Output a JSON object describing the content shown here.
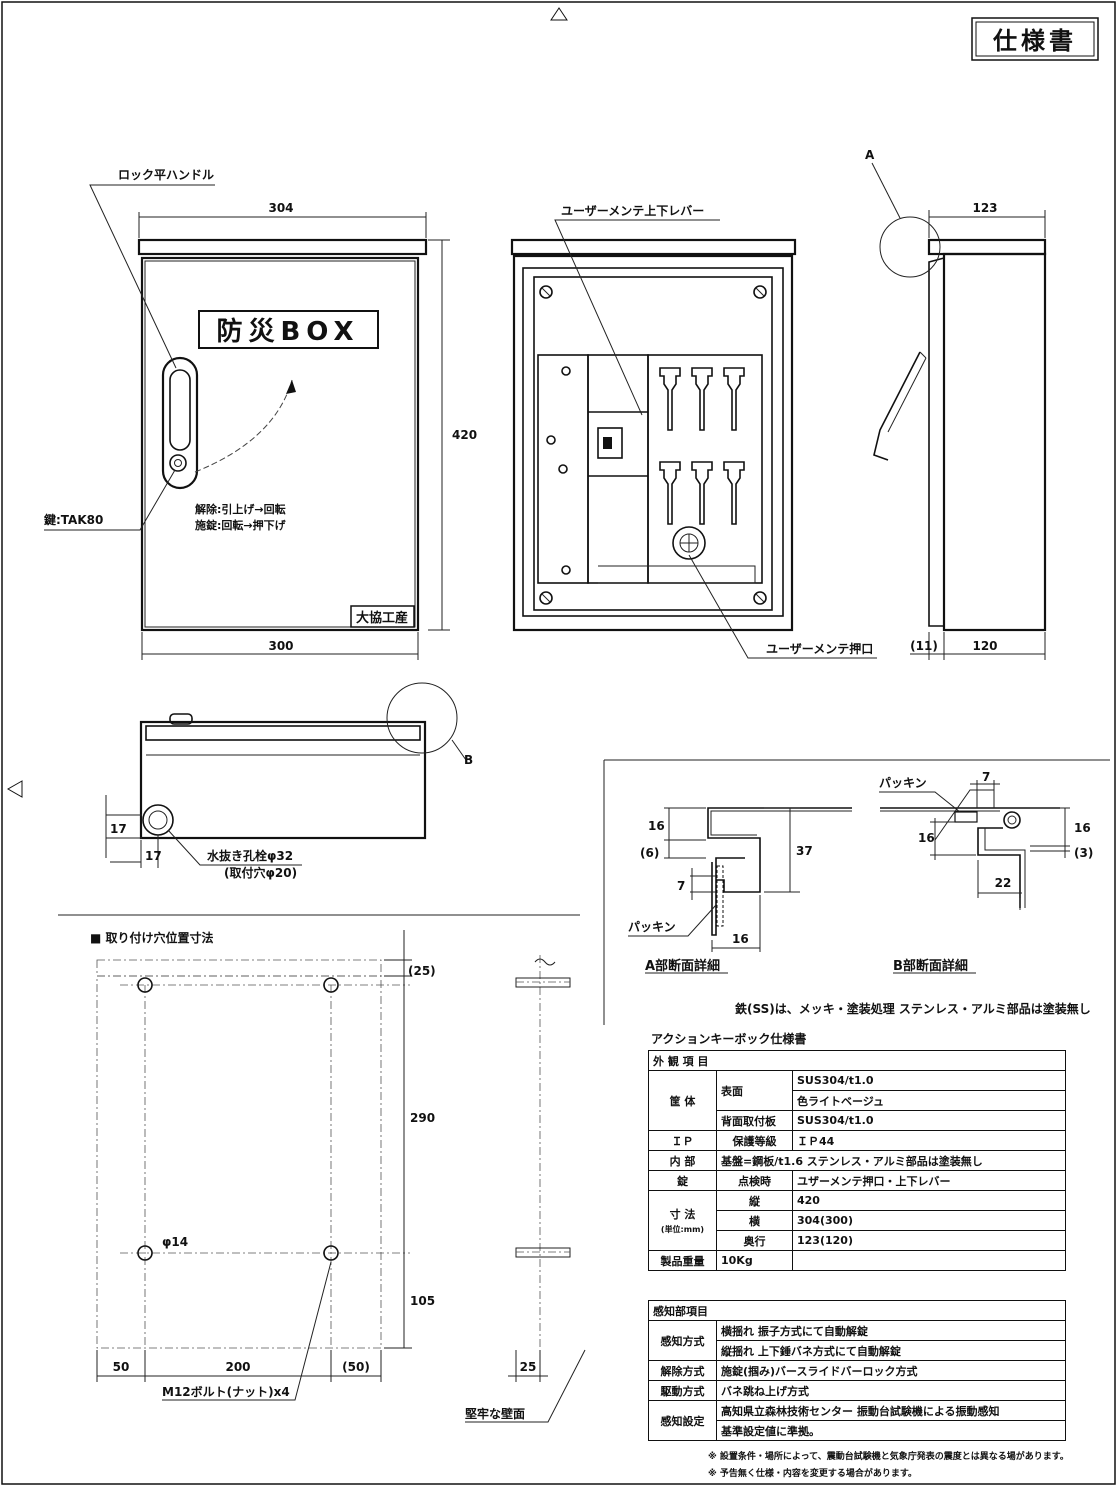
{
  "header": {
    "doc_type": "仕様書"
  },
  "front_view": {
    "product_label": "防災BOX",
    "maker_label": "大協工産",
    "handle_label": "ロック平ハンドル",
    "key_label": "鍵:TAK80",
    "op_unlock": "解除:引上げ→回転",
    "op_lock": "施錠:回転→押下げ",
    "dim_top": "304",
    "dim_bottom": "300",
    "dim_height": "420"
  },
  "inner_view": {
    "lever_label": "ユーザーメンテ上下レバー",
    "push_label": "ユーザーメンテ押口"
  },
  "side_view": {
    "detail_a": "A",
    "dim_top": "123",
    "dim_gap": "(11)",
    "dim_depth": "120"
  },
  "bottom_view": {
    "detail_b": "B",
    "dim_v": "17",
    "dim_h": "17",
    "drain_label": "水抜き孔栓φ32",
    "drain_sub": "(取付穴φ20)"
  },
  "detail_a": {
    "title": "A部断面詳細",
    "d16a": "16",
    "d6": "(6)",
    "d37": "37",
    "d7": "7",
    "d16b": "16",
    "packing": "パッキン"
  },
  "detail_b": {
    "title": "B部断面詳細",
    "packing": "パッキン",
    "d7": "7",
    "d16l": "16",
    "d16r": "16",
    "d3": "(3)",
    "d22": "22"
  },
  "note_material": "鉄(SS)は、メッキ・塗装処理  ステンレス・アルミ部品は塗装無し",
  "mount": {
    "title": "■ 取り付け穴位置寸法",
    "d25": "(25)",
    "d290": "290",
    "d105": "105",
    "phi": "φ14",
    "d50l": "50",
    "d200": "200",
    "d50r": "(50)",
    "bolt": "M12ボルト(ナット)x4",
    "d25w": "25",
    "wall": "堅牢な壁面"
  },
  "spec_table": {
    "title": "アクションキーボック仕様書",
    "header": "外 観 項 目",
    "rows": {
      "r1a": "筐 体",
      "r1b": "表面",
      "r1c1": "SUS304/t1.0",
      "r1c2": "色ライトベージュ",
      "r1d": "背面取付板",
      "r1e": "SUS304/t1.0",
      "ip_a": "ＩＰ",
      "ip_b": "保護等級",
      "ip_c": "ＩＰ44",
      "in_a": "内 部",
      "in_b": "基盤=鋼板/t1.6  ステンレス・アルミ部品は塗装無し",
      "lk_a": "錠",
      "lk_b": "点検時",
      "lk_c": "ユザーメンテ押口・上下レバー",
      "sz_a": "寸 法",
      "sz_unit": "(単位:mm)",
      "sz_h": "縦",
      "sz_hv": "420",
      "sz_w": "横",
      "sz_wv": "304(300)",
      "sz_d": "奥行",
      "sz_dv": "123(120)",
      "wt_a": "製品重量",
      "wt_b": "10Kg"
    }
  },
  "sense_table": {
    "header": "感知部項目",
    "r1a": "感知方式",
    "r1b": "横揺れ  振子方式にて自動解錠",
    "r1c": "縦揺れ  上下錘バネ方式にて自動解錠",
    "r2a": "解除方式",
    "r2b": "施錠(掴み)バースライドバーロック方式",
    "r3a": "駆動方式",
    "r3b": "バネ跳ね上げ方式",
    "r4a": "感知設定",
    "r4b": "高知県立森林技術センター  振動台試験機による振動感知",
    "r4c": "基準設定値に準拠。"
  },
  "footnotes": {
    "n1": "※  設置条件・場所によって、震動台試験機と気象庁発表の震度とは異なる場があります。",
    "n2": "※  予告無く仕様・内容を変更する場合があります。"
  }
}
